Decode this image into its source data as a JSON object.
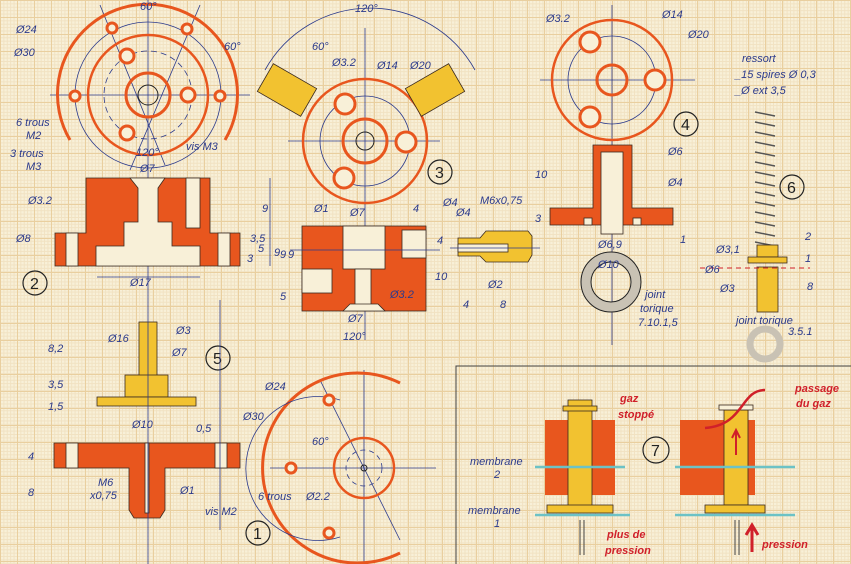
{
  "title": "Plans de détecteur de pression à gaz - pièces 1 à 7",
  "colors": {
    "ink": "#2b3a8c",
    "orange": "#e8561e",
    "yellow": "#f2c230",
    "red": "#d0202a",
    "paper": "#f8f0d8"
  },
  "part2": {
    "number": "2",
    "labels": [
      "Ø24",
      "Ø30",
      "60°",
      "60°",
      "6 trous",
      "M2",
      "3 trous",
      "M3",
      "vis M3",
      "120°",
      "Ø7",
      "Ø3.2",
      "Ø8",
      "Ø17",
      "9",
      "3,5",
      "5",
      "3",
      "9"
    ]
  },
  "part3": {
    "number": "3",
    "labels": [
      "120°",
      "60°",
      "Ø3.2",
      "Ø14",
      "Ø20",
      "Ø1",
      "Ø7",
      "4",
      "Ø4",
      "4",
      "9",
      "5",
      "9",
      "10",
      "Ø3.2",
      "Ø7",
      "120°"
    ]
  },
  "nozzle": {
    "labels": [
      "Ø4",
      "M6x0,75",
      "Ø2",
      "4",
      "8"
    ]
  },
  "part4": {
    "number": "4",
    "labels": [
      "Ø3.2",
      "Ø14",
      "Ø20",
      "Ø6",
      "Ø4",
      "10",
      "3",
      "1",
      "Ø6,9",
      "Ø10",
      "joint",
      "torique",
      "7.10.1,5"
    ]
  },
  "part6": {
    "number": "6",
    "labels": [
      "ressort",
      "_15 spires Ø 0,3",
      "_Ø ext 3,5",
      "Ø3,1",
      "Ø6",
      "Ø3",
      "2",
      "1",
      "8",
      "joint torique",
      "3.5.1"
    ]
  },
  "part5": {
    "number": "5",
    "labels": [
      "Ø3",
      "Ø16",
      "Ø7",
      "8,2",
      "3,5",
      "1,5"
    ]
  },
  "part1": {
    "number": "1",
    "labels": [
      "Ø10",
      "0,5",
      "4",
      "8",
      "M6",
      "x0,75",
      "Ø1",
      "vis M2",
      "Ø24",
      "Ø30",
      "60°",
      "6 trous",
      "Ø2.2"
    ]
  },
  "part7": {
    "number": "7",
    "labels": [
      "gaz",
      "stoppé",
      "passage",
      "du gaz",
      "membrane",
      "2",
      "membrane",
      "1",
      "plus de",
      "pression",
      "pression"
    ]
  }
}
